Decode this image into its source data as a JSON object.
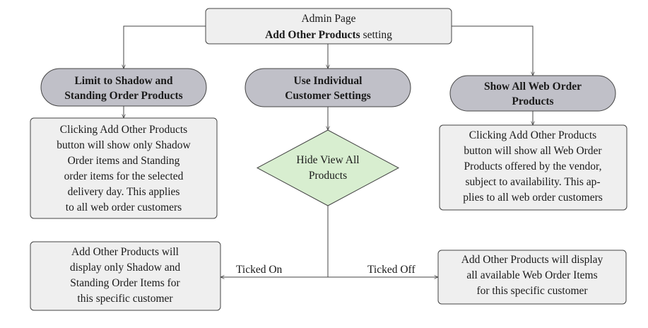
{
  "diagram": {
    "root": {
      "line1": "Admin Page",
      "line2_bold": "Add Other Products",
      "line2_rest": " setting"
    },
    "options": {
      "limit": [
        "Limit to Shadow and",
        "Standing Order Products"
      ],
      "individual": [
        "Use Individual",
        "Customer Settings"
      ],
      "show_all": [
        "Show All Web Order",
        "Products"
      ]
    },
    "descriptions": {
      "limit": [
        "Clicking Add Other Products",
        "button will show only Shadow",
        "Order items and Standing",
        "order items for the selected",
        "delivery day. This applies",
        "to all web order customers"
      ],
      "show_all": [
        "Clicking Add Other Products",
        "button will show all Web Order",
        "Products offered by the vendor,",
        "subject to availability. This ap-",
        "plies to all web order customers"
      ]
    },
    "decision": [
      "Hide View All",
      "Products"
    ],
    "outcomes": {
      "ticked_on": [
        "Add Other Products will",
        "display only Shadow and",
        "Standing Order Items for",
        "this specific customer"
      ],
      "ticked_off": [
        "Add Other Products will display",
        "all available Web Order Items",
        "for this specific customer"
      ]
    },
    "edge_labels": {
      "ticked_on": "Ticked On",
      "ticked_off": "Ticked Off"
    },
    "colors": {
      "box_fill": "#efefef",
      "terminal_fill": "#c0c0c8",
      "decision_fill": "#d8eed0",
      "stroke": "#444444"
    }
  }
}
